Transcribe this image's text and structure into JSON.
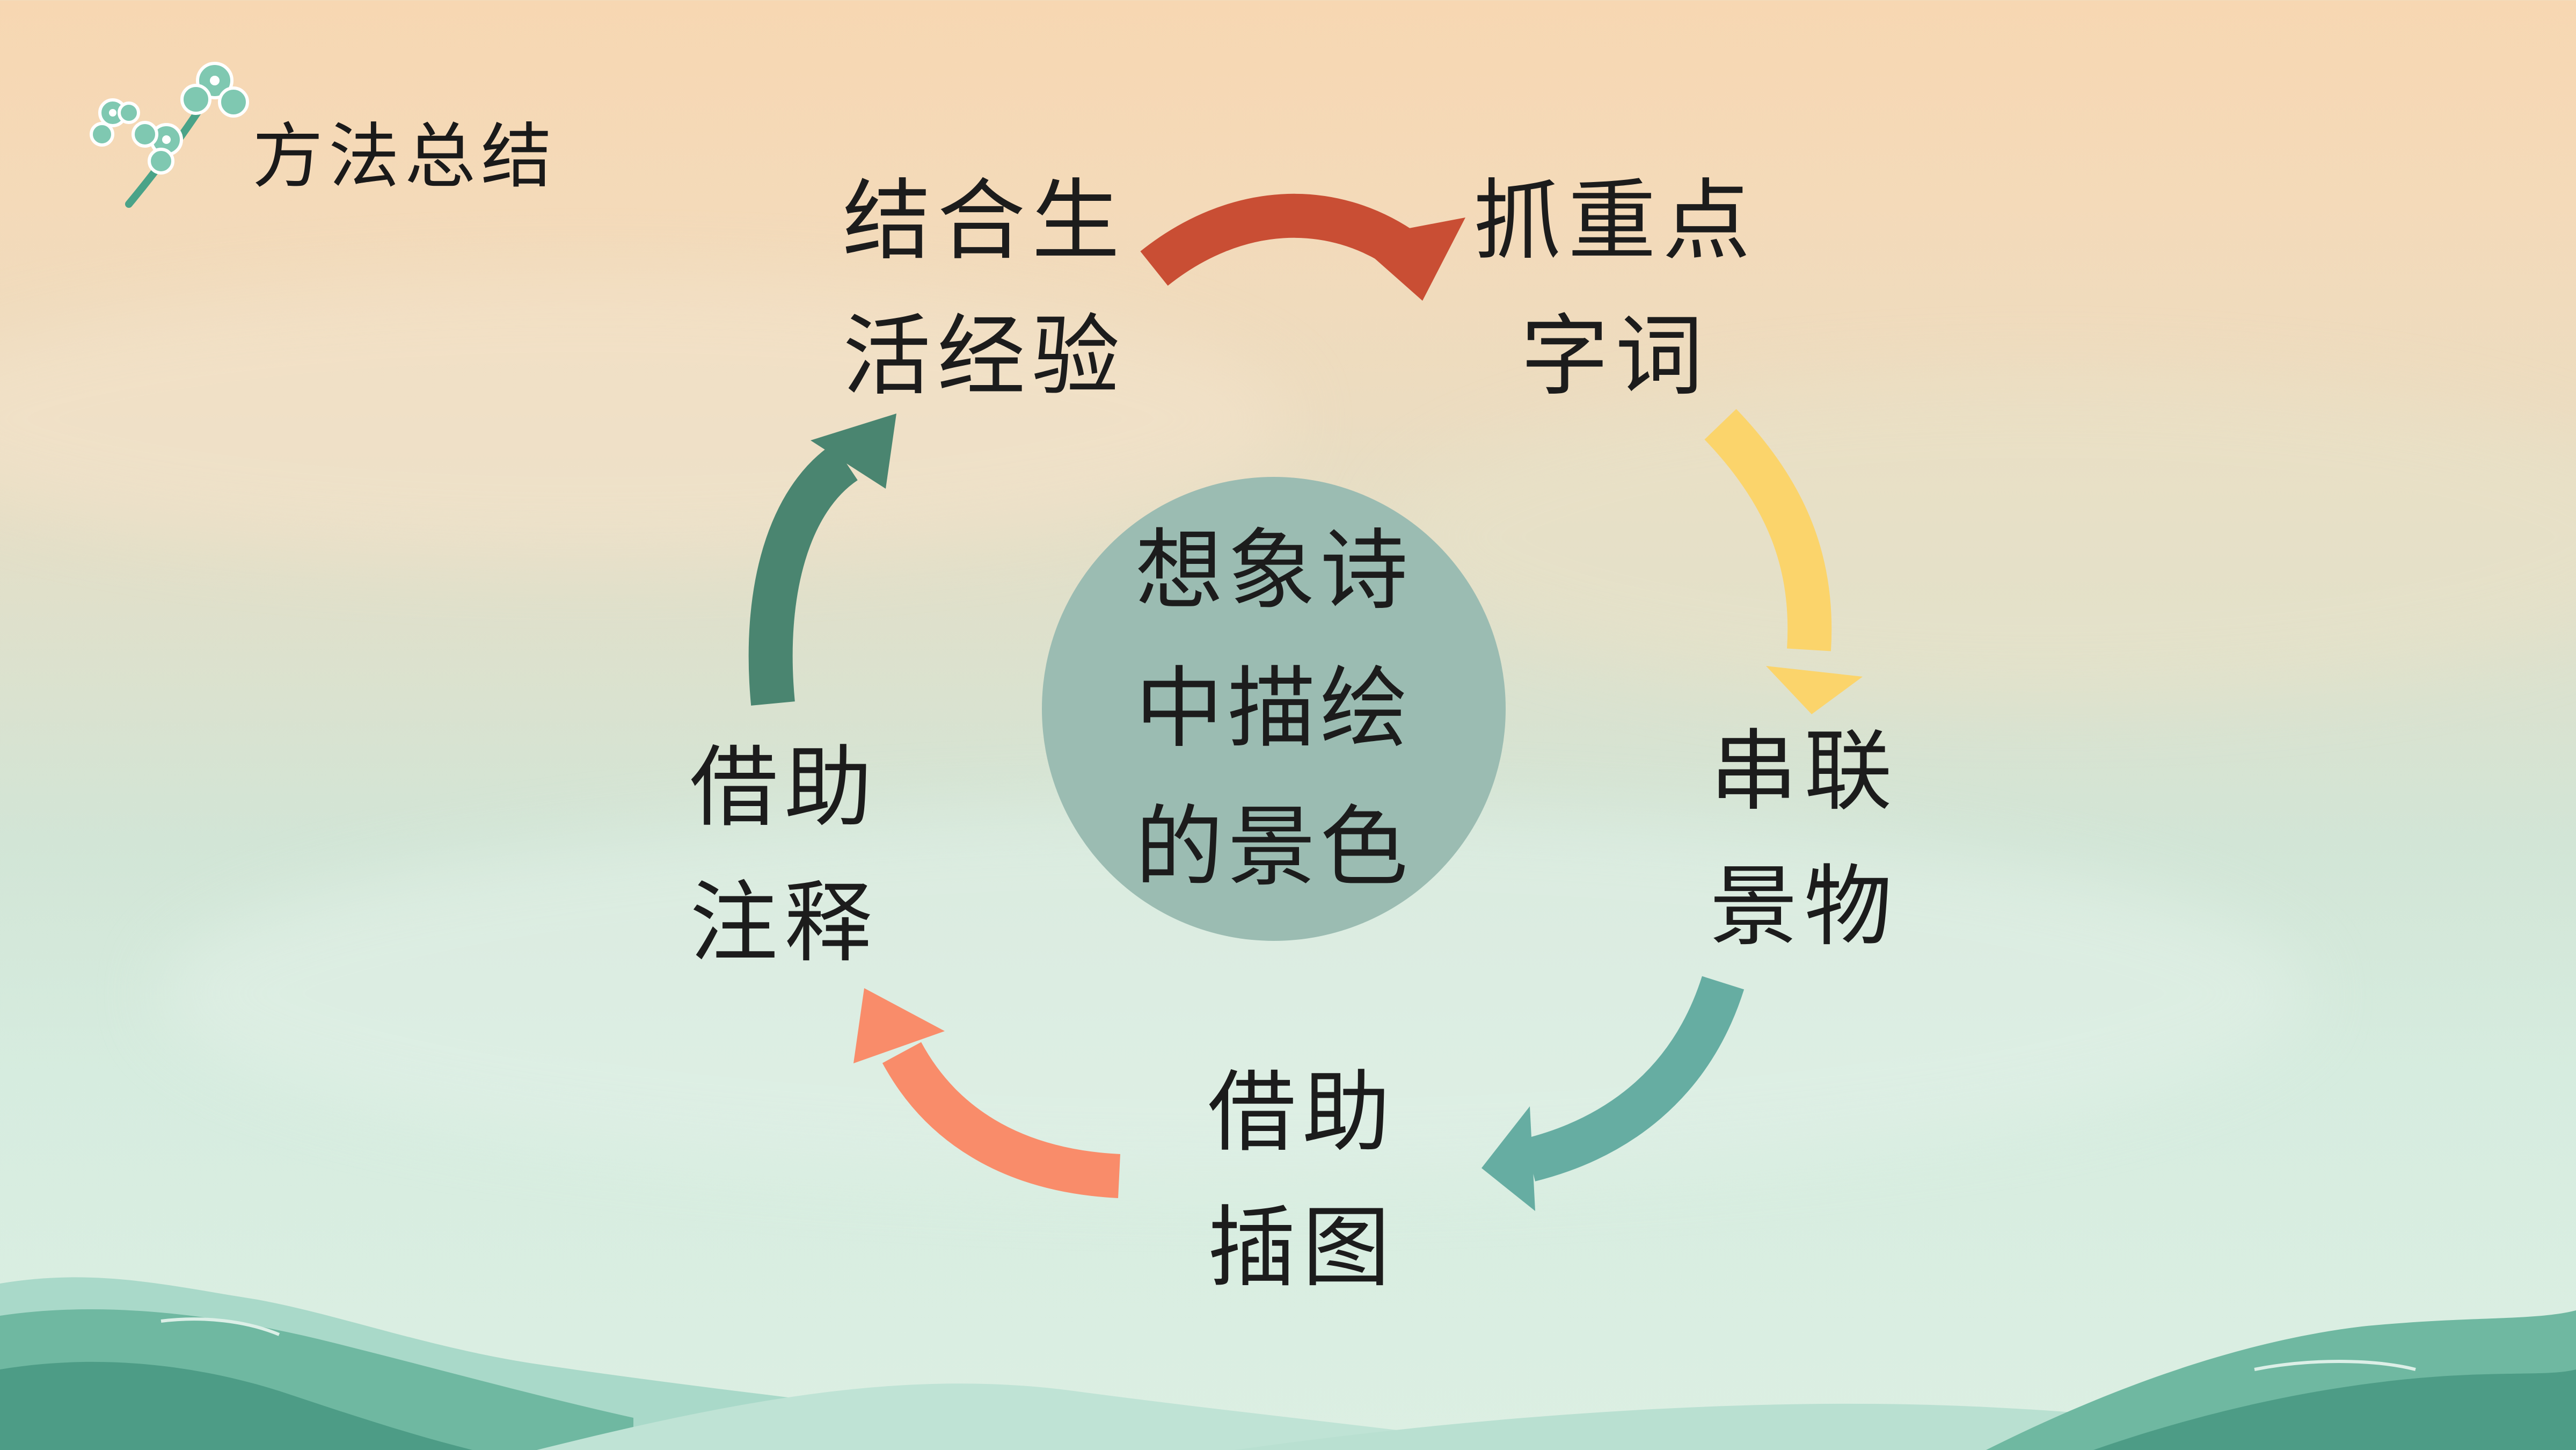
{
  "header": {
    "title": "方法总结",
    "logo_icon": "flower-sprig-icon"
  },
  "center": {
    "lines": [
      "想象诗",
      "中描绘",
      "的景色"
    ]
  },
  "cycle": {
    "nodes": [
      {
        "id": "life-experience",
        "lines": [
          "结合生",
          "活经验"
        ]
      },
      {
        "id": "key-words",
        "lines": [
          "抓重点",
          "字词"
        ]
      },
      {
        "id": "link-scenery",
        "lines": [
          "串联",
          "景物"
        ]
      },
      {
        "id": "use-illustration",
        "lines": [
          "借助",
          "插图"
        ]
      },
      {
        "id": "use-notes",
        "lines": [
          "借助",
          "注释"
        ]
      }
    ],
    "arrows": [
      {
        "from": "life-experience",
        "to": "key-words",
        "color": "#c94e34"
      },
      {
        "from": "key-words",
        "to": "link-scenery",
        "color": "#fbd46b"
      },
      {
        "from": "link-scenery",
        "to": "use-illustration",
        "color": "#66ada2"
      },
      {
        "from": "use-illustration",
        "to": "use-notes",
        "color": "#f98c6a"
      },
      {
        "from": "use-notes",
        "to": "life-experience",
        "color": "#4a8570"
      }
    ]
  },
  "colors": {
    "center_fill": "#9bbcb2",
    "mountain_dark": "#5ea891",
    "mountain_light": "#a4d6c6"
  }
}
